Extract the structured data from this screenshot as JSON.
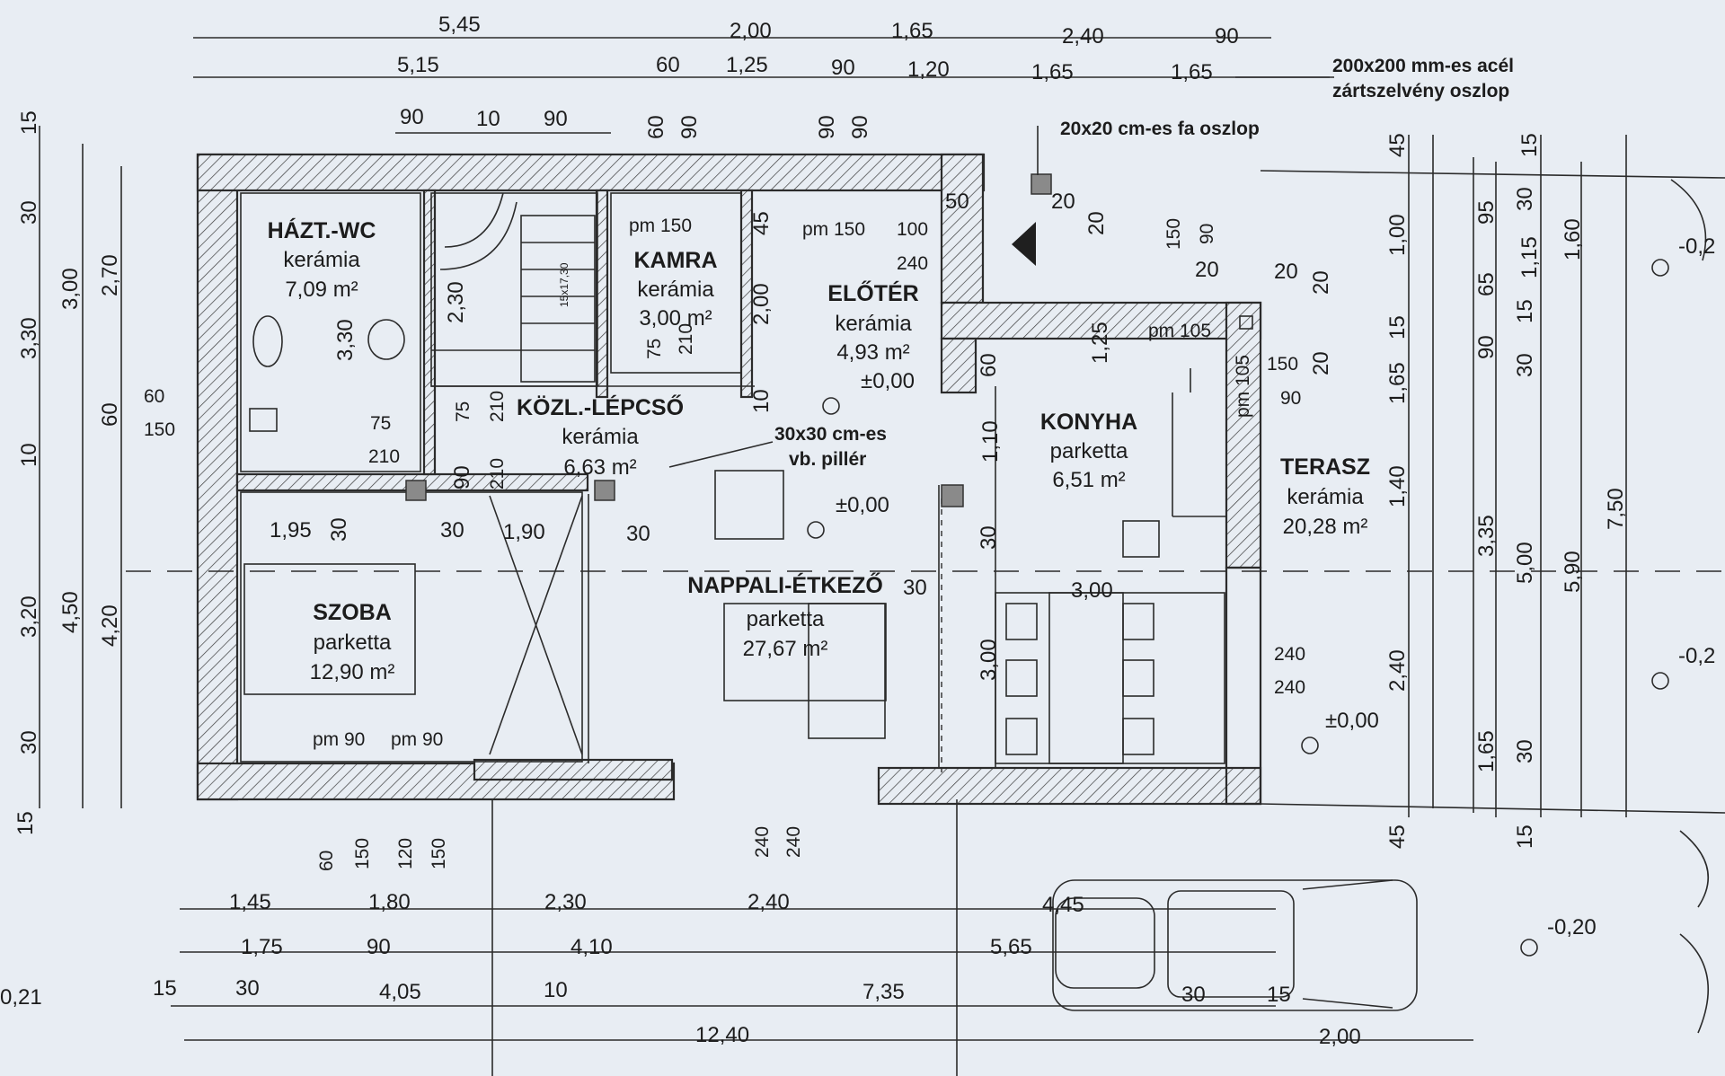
{
  "rooms": {
    "wc": {
      "name": "HÁZT.-WC",
      "floor": "kerámia",
      "area": "7,09 m²"
    },
    "kamra": {
      "name": "KAMRA",
      "floor": "kerámia",
      "area": "3,00 m²"
    },
    "eloter": {
      "name": "ELŐTÉR",
      "floor": "kerámia",
      "area": "4,93 m²",
      "level": "±0,00"
    },
    "lepcso": {
      "name": "KÖZL.-LÉPCSŐ",
      "floor": "kerámia",
      "area": "6,63 m²"
    },
    "konyha": {
      "name": "KONYHA",
      "floor": "parketta",
      "area": "6,51 m²"
    },
    "terasz": {
      "name": "TERASZ",
      "floor": "kerámia",
      "area": "20,28 m²"
    },
    "szoba": {
      "name": "SZOBA",
      "floor": "parketta",
      "area": "12,90 m²"
    },
    "nappali": {
      "name": "NAPPALI-ÉTKEZŐ",
      "floor": "parketta",
      "area": "27,67 m²"
    }
  },
  "notes": {
    "steel_column_line1": "200x200 mm-es acél",
    "steel_column_line2": "zártszelvény oszlop",
    "wood_column": "20x20 cm-es fa oszlop",
    "pillar_line1": "30x30 cm-es",
    "pillar_line2": "vb. pillér",
    "stair_tag": "15x17,30"
  },
  "levels": {
    "nappali": "±0,00",
    "terrace": "±0,00",
    "right_top": "-0,2",
    "right_mid": "-0,2",
    "right_bottom": "-0,20",
    "left_bottom": "0,21"
  },
  "dims_top": {
    "row1": [
      "5,45",
      "2,00",
      "1,65",
      "2,40",
      "90"
    ],
    "row2": [
      "5,15",
      "60",
      "1,25",
      "90",
      "1,20",
      "1,65",
      "1,65"
    ],
    "row3": [
      "90",
      "10",
      "90"
    ]
  },
  "dims_bottom": {
    "row1": [
      "1,45",
      "1,80",
      "2,30",
      "2,40",
      "4,45"
    ],
    "row2": [
      "1,75",
      "90",
      "4,10",
      "5,65"
    ],
    "row3": [
      "15",
      "30",
      "4,05",
      "10",
      "7,35",
      "30",
      "15"
    ],
    "row4": [
      "12,40",
      "2,00"
    ]
  },
  "dims_left": {
    "col1": [
      "15",
      "30",
      "3,30",
      "10",
      "3,20",
      "30",
      "15"
    ],
    "col2": [
      "3,00",
      "4,50"
    ],
    "col3": [
      "2,70",
      "60",
      "4,20"
    ]
  },
  "dims_right": {
    "col1": [
      "45",
      "1,00",
      "15",
      "1,65",
      "1,40",
      "2,40",
      "45"
    ],
    "col2": [
      "95",
      "65",
      "90",
      "3,35",
      "1,65"
    ],
    "col3": [
      "15",
      "30",
      "1,15",
      "15",
      "30",
      "5,00",
      "30",
      "15"
    ],
    "col4": [
      "1,60",
      "5,90"
    ],
    "col5": [
      "7,50"
    ]
  },
  "dims_inner": {
    "a": [
      "60",
      "90",
      "90",
      "90"
    ],
    "b": [
      "pm 150",
      "pm 150",
      "100",
      "240",
      "50",
      "20",
      "20"
    ],
    "c": [
      "2,30",
      "3,30",
      "75",
      "210",
      "2,00",
      "45",
      "10"
    ],
    "d": [
      "75",
      "210",
      "75",
      "210",
      "90",
      "210"
    ],
    "e": [
      "60",
      "150"
    ],
    "f": [
      "1,95",
      "30",
      "30",
      "1,90",
      "30"
    ],
    "g": [
      "150",
      "90",
      "20",
      "20",
      "pm 105",
      "pm 105",
      "150",
      "20",
      "90",
      "20"
    ],
    "h": [
      "1,25",
      "60",
      "1,10",
      "30",
      "3,00",
      "3,00",
      "30"
    ],
    "i": [
      "240",
      "240"
    ],
    "j": [
      "pm 90",
      "pm 90"
    ],
    "k": [
      "60",
      "150",
      "120",
      "150",
      "240",
      "240"
    ]
  }
}
